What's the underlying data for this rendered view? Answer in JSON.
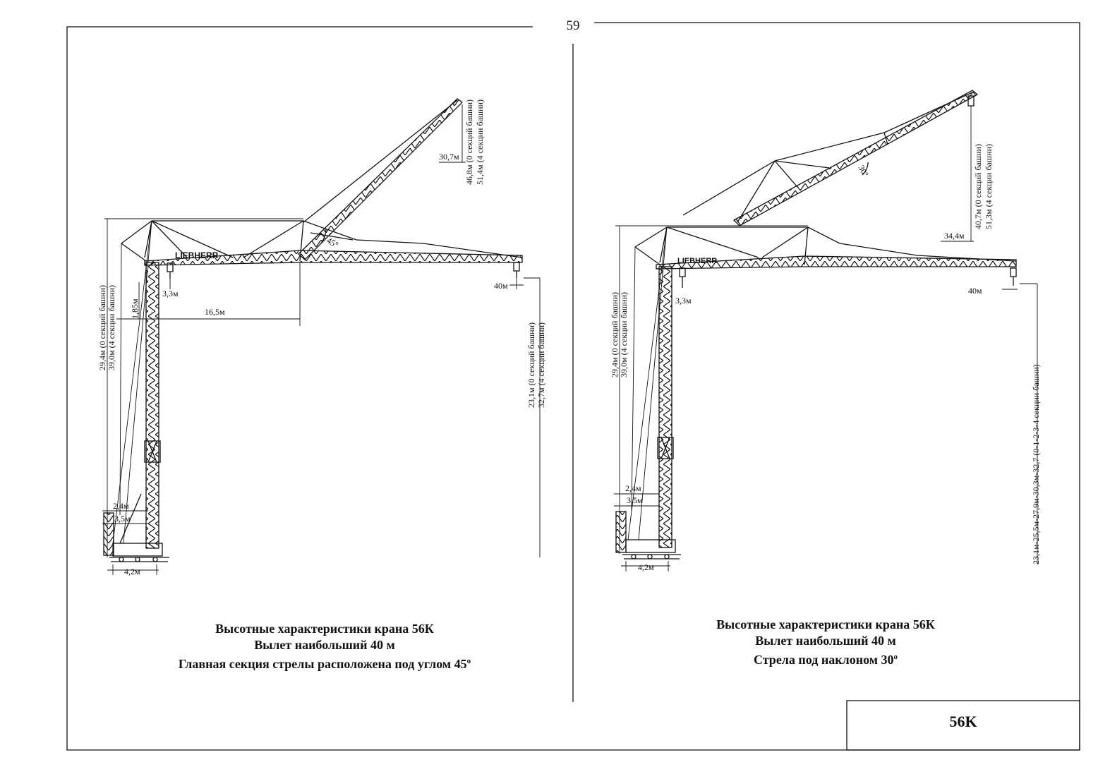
{
  "page_number": "59",
  "model_label": "56K",
  "left": {
    "caption": {
      "line1": "Высотные характеристики крана 56К",
      "line2": "Вылет наибольший 40 м",
      "line3": "Главная секция стрелы расположена под углом 45",
      "degree": "o"
    },
    "dims": {
      "height_main": "29,4м (0 секций башни)",
      "height_main_2": "39,0м (4 секции башни)",
      "d_185": "1,85м",
      "d_33": "3,3м",
      "d_165": "16,5м",
      "d_40": "40м",
      "hook_low": "23,1м (0 секций башни)",
      "hook_low_2": "32,7м (4 секции башни)",
      "tip_height": "46,8м (0 секций башни)",
      "tip_height_2": "51,4м (4 секции башни)",
      "tip_reach": "30,7м",
      "angle": "45°",
      "d_24": "2,4м",
      "d_35": "3,5м",
      "d_42": "4,2м",
      "brand": "LIEBHERR"
    }
  },
  "right": {
    "caption": {
      "line1": "Высотные характеристики крана 56К",
      "line2": "Вылет наибольший 40 м",
      "line3": "Стрела под наклоном 30",
      "degree": "o"
    },
    "dims": {
      "height_main": "29,4м (0 секций башни)",
      "height_main_2": "39,0м (4 секции башни)",
      "d_33": "3,3м",
      "d_40": "40м",
      "tip_height": "40,7м (0 секций башни)",
      "tip_height_2": "51,3м (4 секции башни)",
      "tip_reach": "34,4м",
      "angle": "30°",
      "hook_range": "23,1м-25,5м-27,9м-30,3м-32,7 (0-1-2-3-4 секции башни)",
      "d_24": "2,4м",
      "d_35": "3,5м",
      "d_42": "4,2м",
      "brand": "LIEBHERR"
    }
  }
}
